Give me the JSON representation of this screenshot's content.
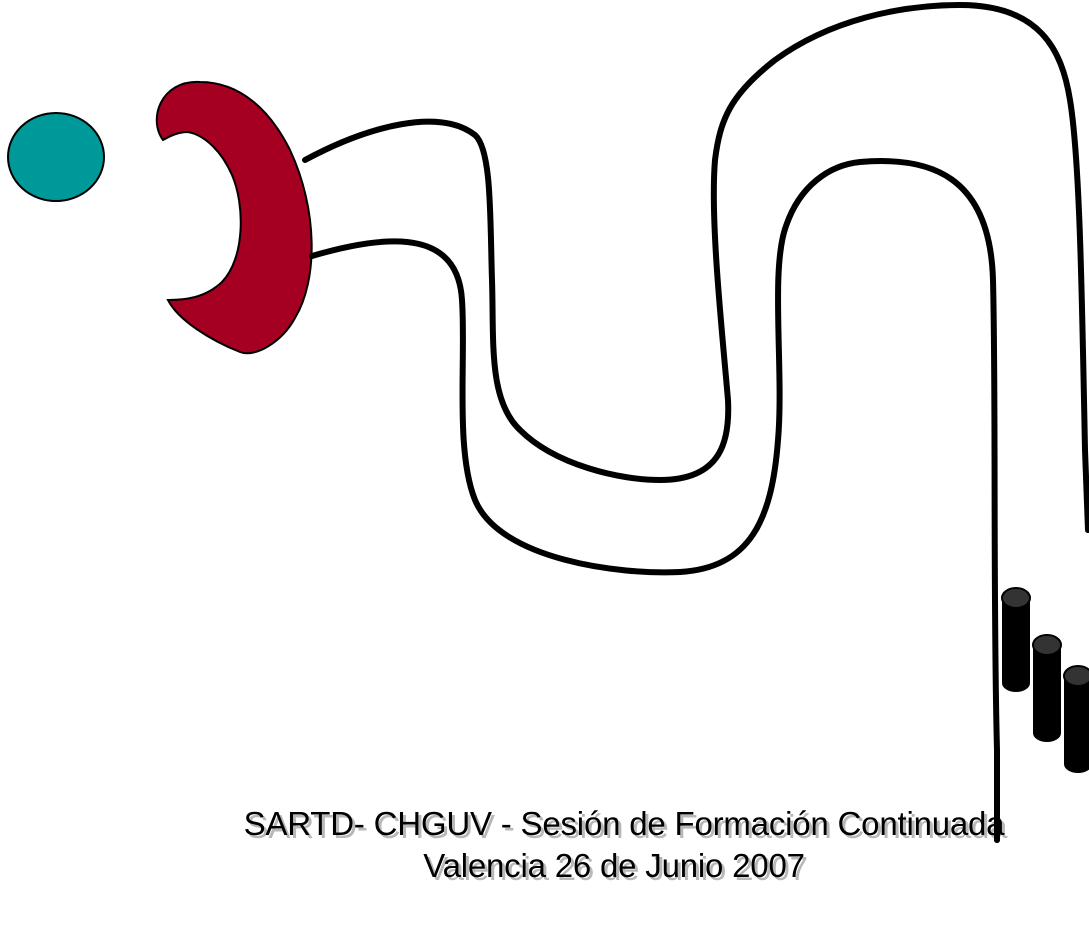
{
  "footer": {
    "line1": "SARTD- CHGUV - Sesión de Formación Continuada",
    "line2": "Valencia 26 de Junio 2007"
  },
  "colors": {
    "background": "#ffffff",
    "circle": "#009999",
    "crescent": "#a50021",
    "outline": "#000000",
    "cylinder_body": "#000000",
    "cylinder_top": "#333333"
  },
  "shapes": {
    "circle": "teal-ellipse",
    "crescent": "red-crescent",
    "tube": "curved-double-line",
    "cylinders": "black-stacked-cylinders"
  }
}
